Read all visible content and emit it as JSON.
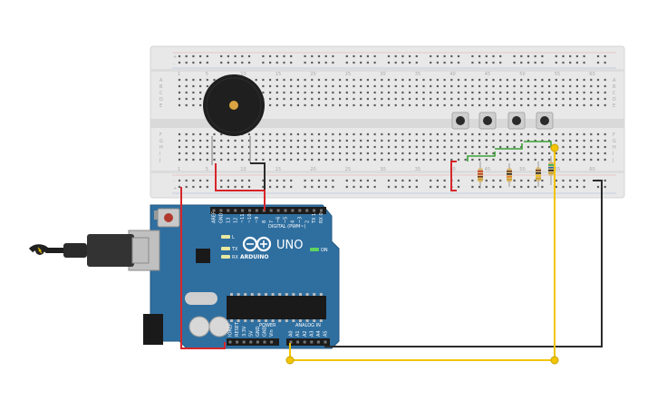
{
  "breadboard": {
    "column_numbers": [
      "1",
      "5",
      "10",
      "15",
      "20",
      "25",
      "30",
      "35",
      "40",
      "45",
      "50",
      "55",
      "60"
    ],
    "row_letters_top": [
      "A",
      "B",
      "C",
      "D",
      "E"
    ],
    "row_letters_bottom": [
      "F",
      "G",
      "H",
      "I",
      "J"
    ],
    "rail_plus": "+",
    "rail_minus": "-"
  },
  "arduino": {
    "brand": "ARDUINO",
    "model": "UNO",
    "digital_label": "DIGITAL (PWM~)",
    "power_label": "POWER",
    "analog_label": "ANALOG IN",
    "on_label": "ON",
    "led_l": "L",
    "led_tx": "TX",
    "led_rx": "RX",
    "digital_pins": [
      "AREF",
      "GND",
      "13",
      "12",
      "~11",
      "~10",
      "~9",
      "8",
      "7",
      "~6",
      "~5",
      "4",
      "~3",
      "2",
      "TX 1",
      "RX 0"
    ],
    "power_pins": [
      "IOREF",
      "RESET",
      "3.3V",
      "5V",
      "GND",
      "GND",
      "Vin"
    ],
    "analog_pins": [
      "A0",
      "A1",
      "A2",
      "A3",
      "A4",
      "A5"
    ]
  },
  "colors": {
    "board_blue": "#2f6fa0",
    "breadboard": "#e6e6e6",
    "wire_red": "#d6262b",
    "wire_yellow": "#f2c500",
    "wire_black": "#2b2b2b",
    "wire_green": "#3aa335"
  },
  "components": {
    "buzzer": "piezo-buzzer",
    "buttons": [
      "pushbutton-1",
      "pushbutton-2",
      "pushbutton-3",
      "pushbutton-4"
    ],
    "resistors": [
      "resistor-1",
      "resistor-2",
      "resistor-3",
      "resistor-4"
    ]
  }
}
